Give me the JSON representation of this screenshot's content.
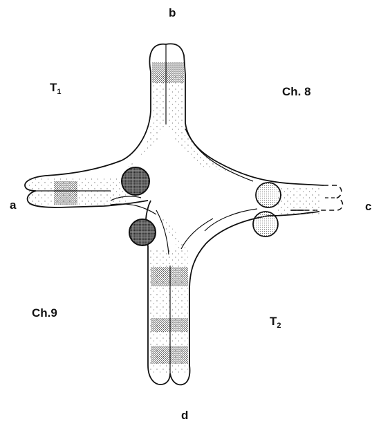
{
  "labels": {
    "a": "a",
    "b": "b",
    "c": "c",
    "d": "d",
    "t1_letter": "T",
    "t1_sub": "1",
    "t2_letter": "T",
    "t2_sub": "2",
    "ch8": "Ch. 8",
    "ch9": "Ch.9"
  },
  "colors": {
    "ink": "#111111",
    "stipple": "#555555",
    "paper": "#ffffff"
  }
}
